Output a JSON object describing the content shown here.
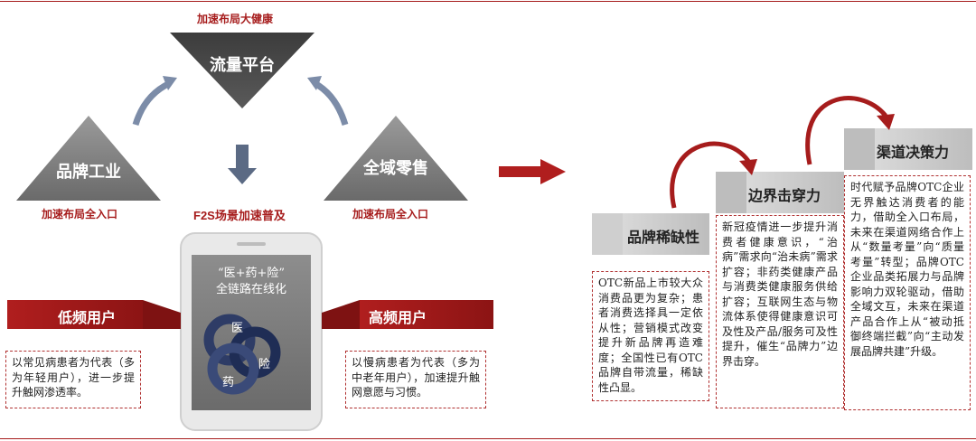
{
  "top_left": {
    "label_top": "加速布局大健康",
    "platform": "流量平台",
    "brand_industry": "品牌工业",
    "all_retail": "全域零售",
    "left_caption": "加速布局全入口",
    "right_caption": "加速布局全入口",
    "f2s": "F2S场景加速普及"
  },
  "phone": {
    "title_line1": "“医+药+险”",
    "title_line2": "全链路在线化",
    "node_yi": "医",
    "node_yao": "药",
    "node_xian": "险"
  },
  "low_freq": {
    "label": "低频用户",
    "desc": "以常见病患者为代表（多为年轻用户），进一步提升触网渗透率。"
  },
  "high_freq": {
    "label": "高频用户",
    "desc": "以慢病患者为代表（多为中老年用户），加速提升触网意愿与习惯。"
  },
  "steps": [
    {
      "label": "品牌稀缺性",
      "desc": "OTC新品上市较大众消费品更为复杂；患者消费选择具一定依从性；营销模式改变提升新品牌再造难度；全国性已有OTC品牌自带流量，稀缺性凸显。"
    },
    {
      "label": "边界击穿力",
      "desc": "新冠疫情进一步提升消费者健康意识，“治病”需求向“治未病”需求扩容；非药类健康产品与消费类健康服务供给扩容；互联网生态与物流体系使得健康意识可及性及产品/服务可及性提升，催生“品牌力”边界击穿。"
    },
    {
      "label": "渠道决策力",
      "desc": "时代赋予品牌OTC企业无界触达消费者的能力，借助全入口布局，未来在渠道网络合作上从“数量考量”向“质量考量”转型；品牌OTC企业品类拓展力与品牌影响力双轮驱动，借助全域文互，未来在渠道产品合作上从“被动抵御终端拦截”向“主动发展品牌共建”升级。"
    }
  ],
  "colors": {
    "brand_red": "#a61c1c",
    "dark_gray": "#4a4a4a",
    "mid_gray": "#6e6e6e",
    "light_gray": "#c9c9c9"
  }
}
